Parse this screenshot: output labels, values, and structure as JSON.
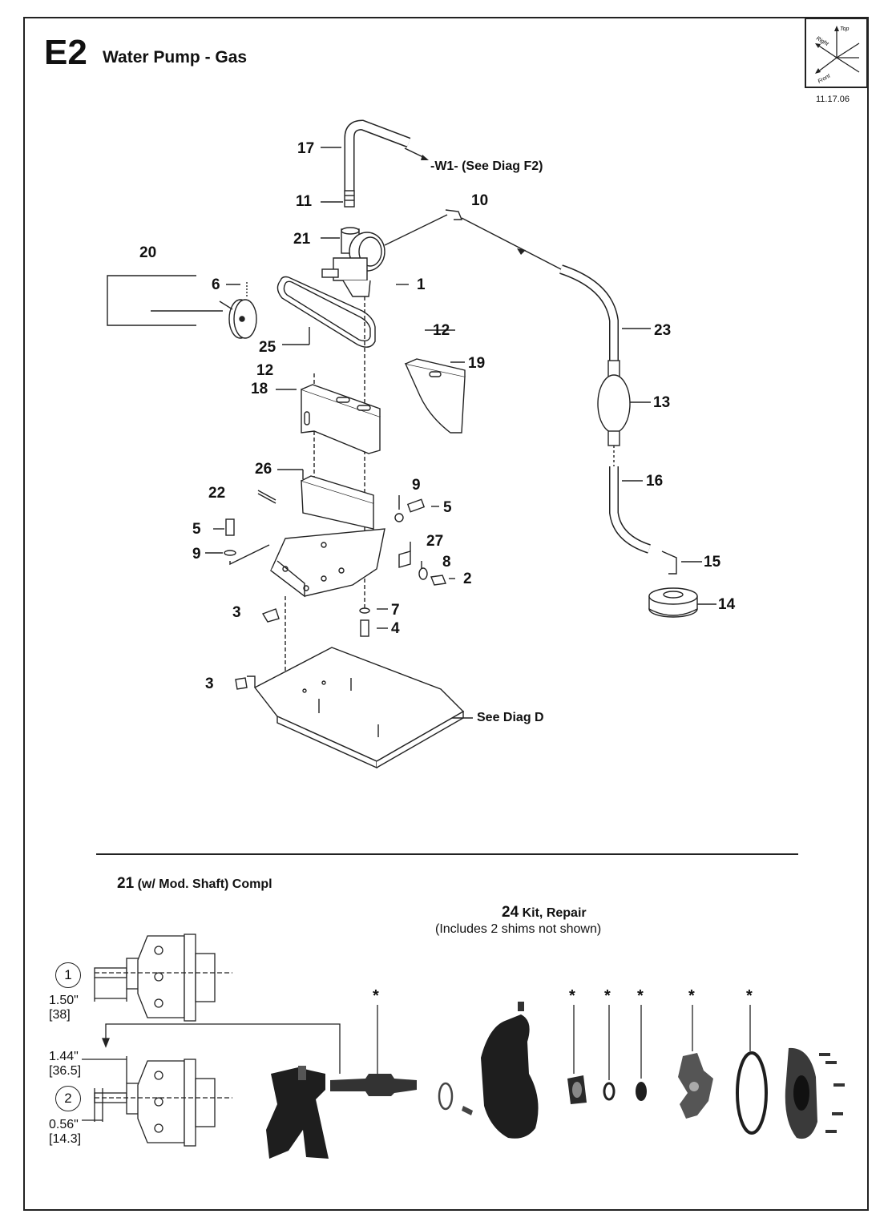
{
  "header": {
    "code": "E2",
    "title": "Water Pump - Gas",
    "date": "11.17.06",
    "orientation": {
      "top": "Top",
      "right": "Right",
      "front": "Front"
    }
  },
  "callouts": [
    "17",
    "11",
    "10",
    "21",
    "20",
    "6",
    "1",
    "25",
    "23",
    "12",
    "19",
    "12",
    "18",
    "13",
    "26",
    "16",
    "22",
    "9",
    "5",
    "5",
    "9",
    "27",
    "8",
    "2",
    "15",
    "3",
    "7",
    "4",
    "14",
    "3"
  ],
  "notes": {
    "w1": "-W1- (See Diag F2)",
    "diag_d": "See Diag D"
  },
  "section21": {
    "number": "21",
    "label": "(w/ Mod. Shaft) Compl",
    "variant1": {
      "id": "1",
      "dim_in": "1.50\"",
      "dim_mm": "[38]"
    },
    "variant2": {
      "id": "2",
      "dim_a_in": "1.44\"",
      "dim_a_mm": "[36.5]",
      "dim_b_in": "0.56\"",
      "dim_b_mm": "[14.3]"
    }
  },
  "section24": {
    "number": "24",
    "label": "Kit, Repair",
    "sublabel": "(Includes 2 shims not shown)",
    "kit_marker": "*"
  },
  "colors": {
    "line": "#222222",
    "part_dark": "#1e1e1e",
    "part_mid": "#6a6a6a",
    "background": "#ffffff"
  }
}
